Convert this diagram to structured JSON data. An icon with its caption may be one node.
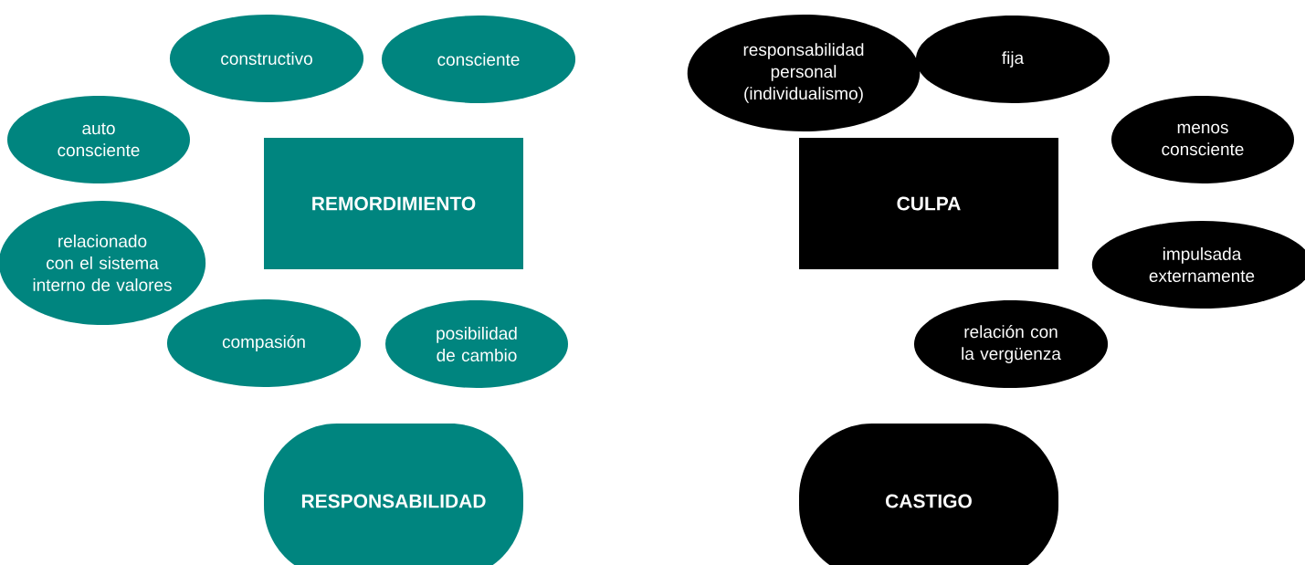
{
  "diagram": {
    "nodes": [
      {
        "text": [
          "constructivo"
        ]
      },
      {
        "text": [
          "consciente"
        ]
      },
      {
        "text": [
          "auto consciente"
        ]
      },
      {
        "text": [
          "REMORDIMIENTO"
        ]
      },
      {
        "text": [
          "relacionado con el sistema interno de valores"
        ]
      },
      {
        "text": [
          "compasión"
        ]
      },
      {
        "text": [
          "posibilidad de cambio"
        ]
      },
      {
        "text": [
          "RESPONSABILIDAD"
        ]
      },
      {
        "text": [
          "responsabilidad personal (individualismo)"
        ]
      },
      {
        "text": [
          "fija"
        ]
      },
      {
        "text": [
          "menos consciente"
        ]
      },
      {
        "text": [
          "CULPA"
        ]
      },
      {
        "text": [
          "impulsada externamente"
        ]
      },
      {
        "text": [
          "relación con la vergüenza"
        ]
      },
      {
        "text": [
          "CASTIGO"
        ]
      }
    ]
  }
}
